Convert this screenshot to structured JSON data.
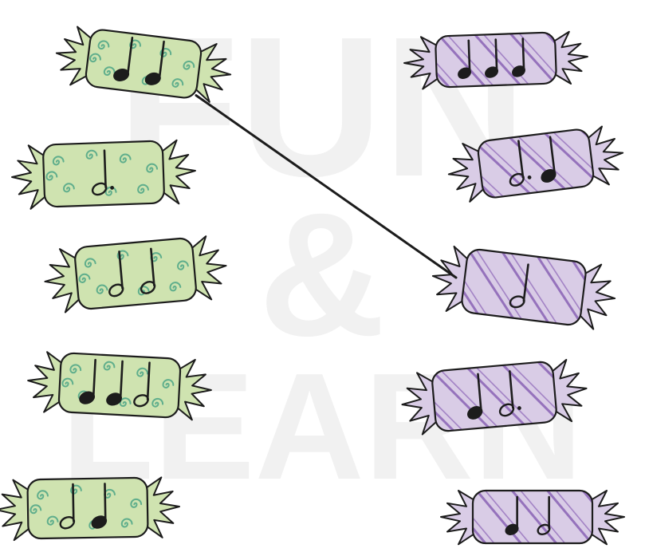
{
  "colors": {
    "green_candy_fill": "#cfe3b0",
    "green_swirl": "#5fae8c",
    "purple_candy_fill": "#d9cce6",
    "purple_stripe": "#8a63b5",
    "outline": "#1c1c1c",
    "watermark": "#f1f1f1"
  },
  "watermark": {
    "text_line1": "FUN",
    "text_line2": "&",
    "text_line3": "LEARN"
  },
  "left_candies": [
    {
      "id": "L1",
      "notes": [
        "quarter",
        "quarter"
      ]
    },
    {
      "id": "L2",
      "notes": [
        "dotted-half"
      ]
    },
    {
      "id": "L3",
      "notes": [
        "half",
        "half"
      ]
    },
    {
      "id": "L4",
      "notes": [
        "quarter",
        "quarter",
        "half"
      ]
    },
    {
      "id": "L5",
      "notes": [
        "half",
        "quarter"
      ]
    }
  ],
  "right_candies": [
    {
      "id": "R1",
      "notes": [
        "quarter",
        "quarter",
        "quarter"
      ]
    },
    {
      "id": "R2",
      "notes": [
        "dotted-half",
        "quarter"
      ]
    },
    {
      "id": "R3",
      "notes": [
        "half"
      ]
    },
    {
      "id": "R4",
      "notes": [
        "quarter",
        "dotted-half"
      ]
    },
    {
      "id": "R5",
      "notes": [
        "quarter",
        "half"
      ]
    }
  ],
  "connections": [
    {
      "from": "L1",
      "to": "R3"
    }
  ]
}
